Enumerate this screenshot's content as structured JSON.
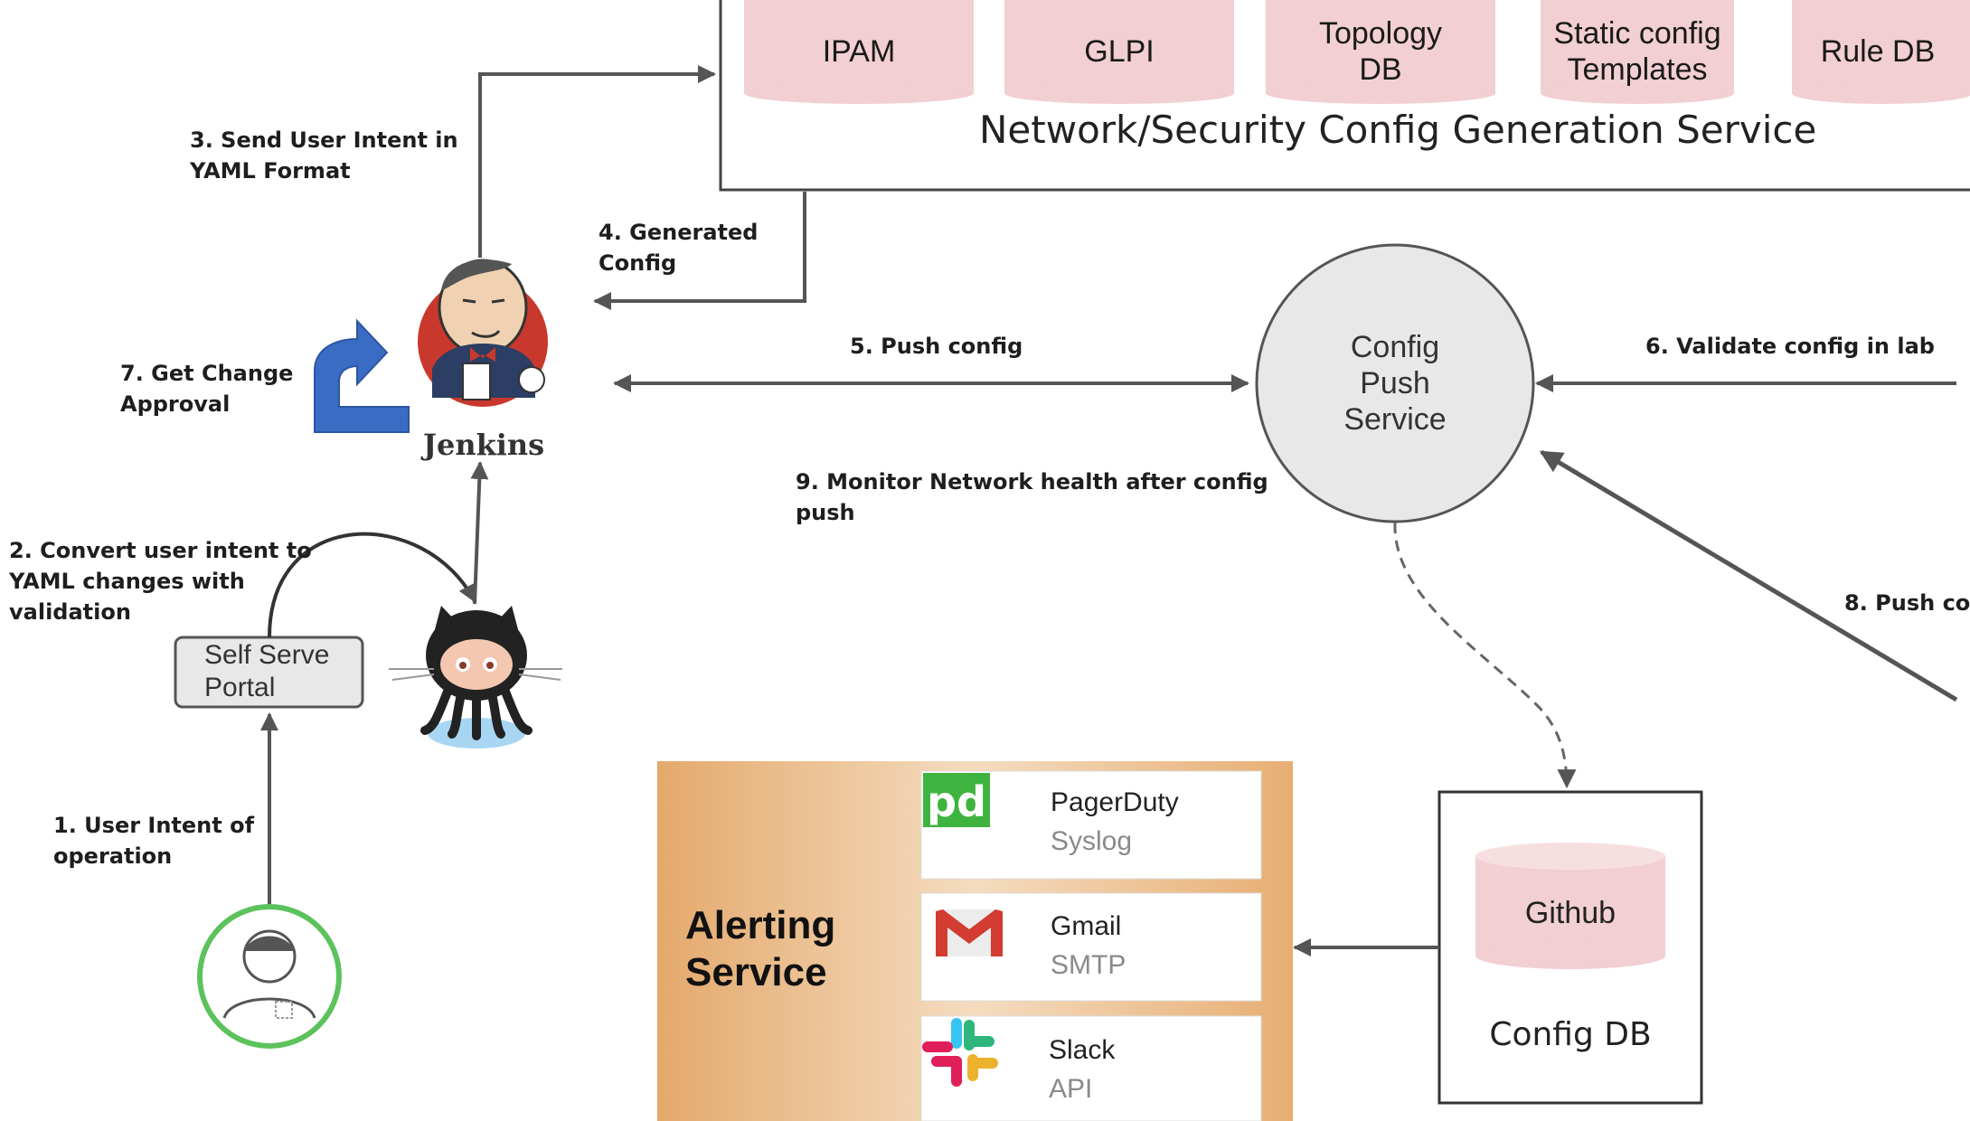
{
  "config_generation_service": {
    "title": "Network/Security Config Generation Service",
    "databases": [
      {
        "label": "IPAM"
      },
      {
        "label": "GLPI"
      },
      {
        "label": "Topology\nDB"
      },
      {
        "label": "Static config\nTemplates"
      },
      {
        "label": "Rule DB"
      }
    ]
  },
  "steps": {
    "step1": "1. User Intent of\noperation",
    "step2": "2. Convert user intent to\nYAML changes with\nvalidation",
    "step3": "3. Send User Intent in\nYAML Format",
    "step4": "4. Generated\nConfig",
    "step5": "5. Push config",
    "step6": "6.  Validate config in lab",
    "step7": "7. Get Change\nApproval",
    "step8": "8. Push co",
    "step9": "9. Monitor Network health after config\npush"
  },
  "nodes": {
    "self_serve_portal": "Self Serve\nPortal",
    "jenkins": "Jenkins",
    "config_push_service": "Config\nPush\nService"
  },
  "config_db": {
    "cylinder_label": "Github",
    "title": "Config DB"
  },
  "alerting": {
    "title": "Alerting\nService",
    "services": [
      {
        "name": "PagerDuty",
        "protocol": "Syslog",
        "icon": "pagerduty-icon"
      },
      {
        "name": "Gmail",
        "protocol": "SMTP",
        "icon": "gmail-icon"
      },
      {
        "name": "Slack",
        "protocol": "API",
        "icon": "slack-icon"
      }
    ]
  },
  "colors": {
    "db_pink": "#f2cfd2",
    "line": "#555555",
    "approval_arrow": "#3b6cc4",
    "user_ring": "#5cc25c",
    "pagerduty": "#3fb33f",
    "alert_panel": "#e8b47e"
  }
}
